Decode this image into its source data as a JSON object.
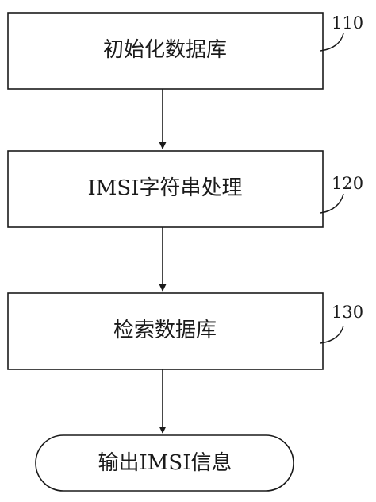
{
  "steps": [
    {
      "label": "初始化数据库",
      "number": "110"
    },
    {
      "label": "IMSI字符串处理",
      "number": "120"
    },
    {
      "label": "检索数据库",
      "number": "130"
    }
  ],
  "terminal": {
    "label": "输出IMSI信息"
  },
  "colors": {
    "stroke": "#1a1a1a",
    "background": "#ffffff"
  }
}
